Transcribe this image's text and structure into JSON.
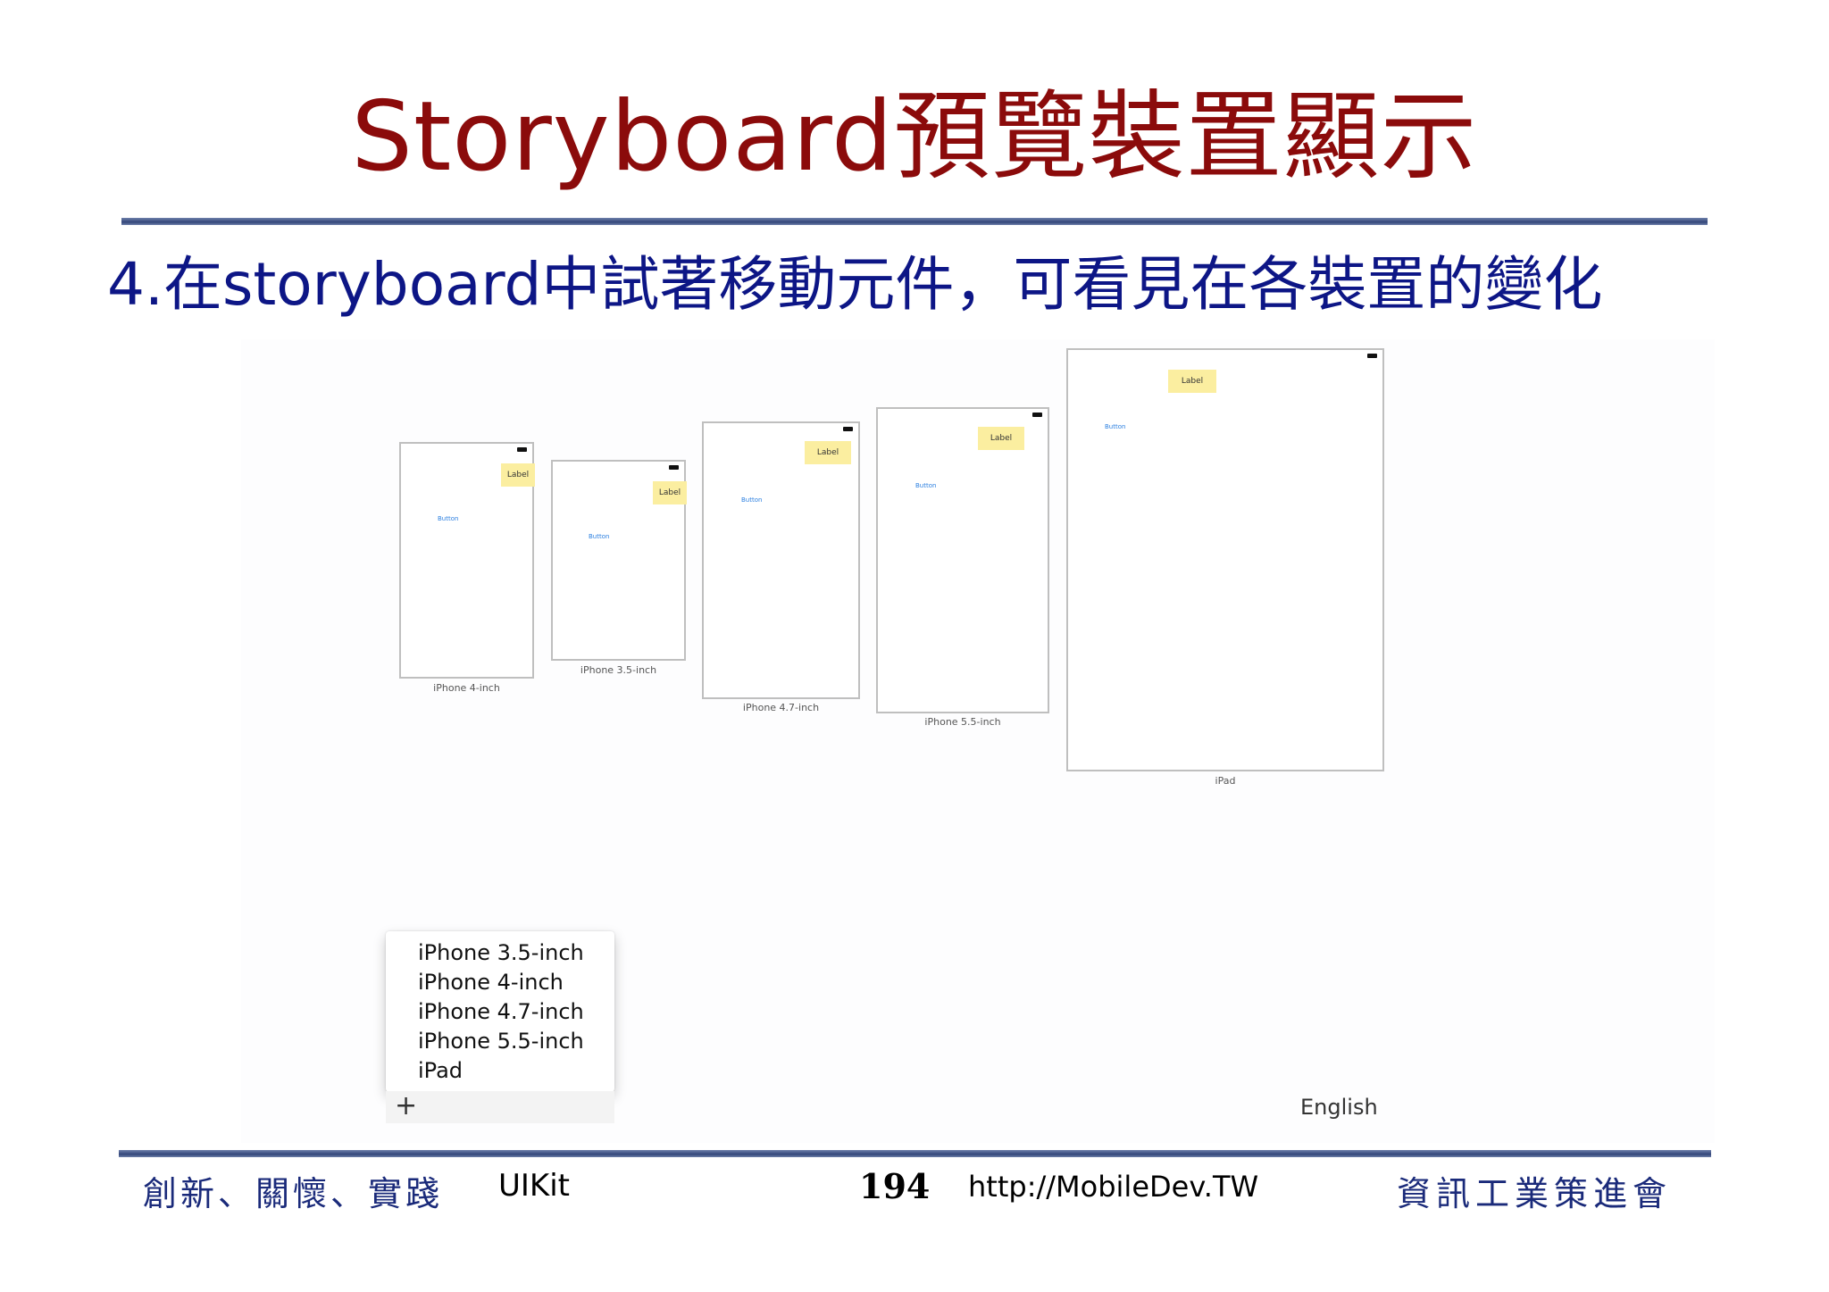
{
  "slide": {
    "title": "Storyboard預覽裝置顯示",
    "subtitle": "4.在storyboard中試著移動元件，可看見在各裝置的變化"
  },
  "preview": {
    "devices": [
      {
        "caption": "iPhone 4-inch",
        "label_text": "Label",
        "button_text": "Button"
      },
      {
        "caption": "iPhone 3.5-inch",
        "label_text": "Label",
        "button_text": "Button"
      },
      {
        "caption": "iPhone 4.7-inch",
        "label_text": "Label",
        "button_text": "Button"
      },
      {
        "caption": "iPhone 5.5-inch",
        "label_text": "Label",
        "button_text": "Button"
      },
      {
        "caption": "iPad",
        "label_text": "Label",
        "button_text": "Button"
      }
    ],
    "menu_items": [
      "iPhone 3.5-inch",
      "iPhone 4-inch",
      "iPhone 4.7-inch",
      "iPhone 5.5-inch",
      "iPad"
    ],
    "add_symbol": "+",
    "language": "English"
  },
  "footer": {
    "motto": "創新、關懷、實踐",
    "course": "UIKit",
    "page_number": "194",
    "url": "http://MobileDev.TW",
    "organization": "資訊工業策進會"
  },
  "colors": {
    "title": "#8b0b0b",
    "subtitle": "#0d1686",
    "rule": "#34477a",
    "label_background": "#fbeea0",
    "button_text": "#2b7fe0"
  }
}
